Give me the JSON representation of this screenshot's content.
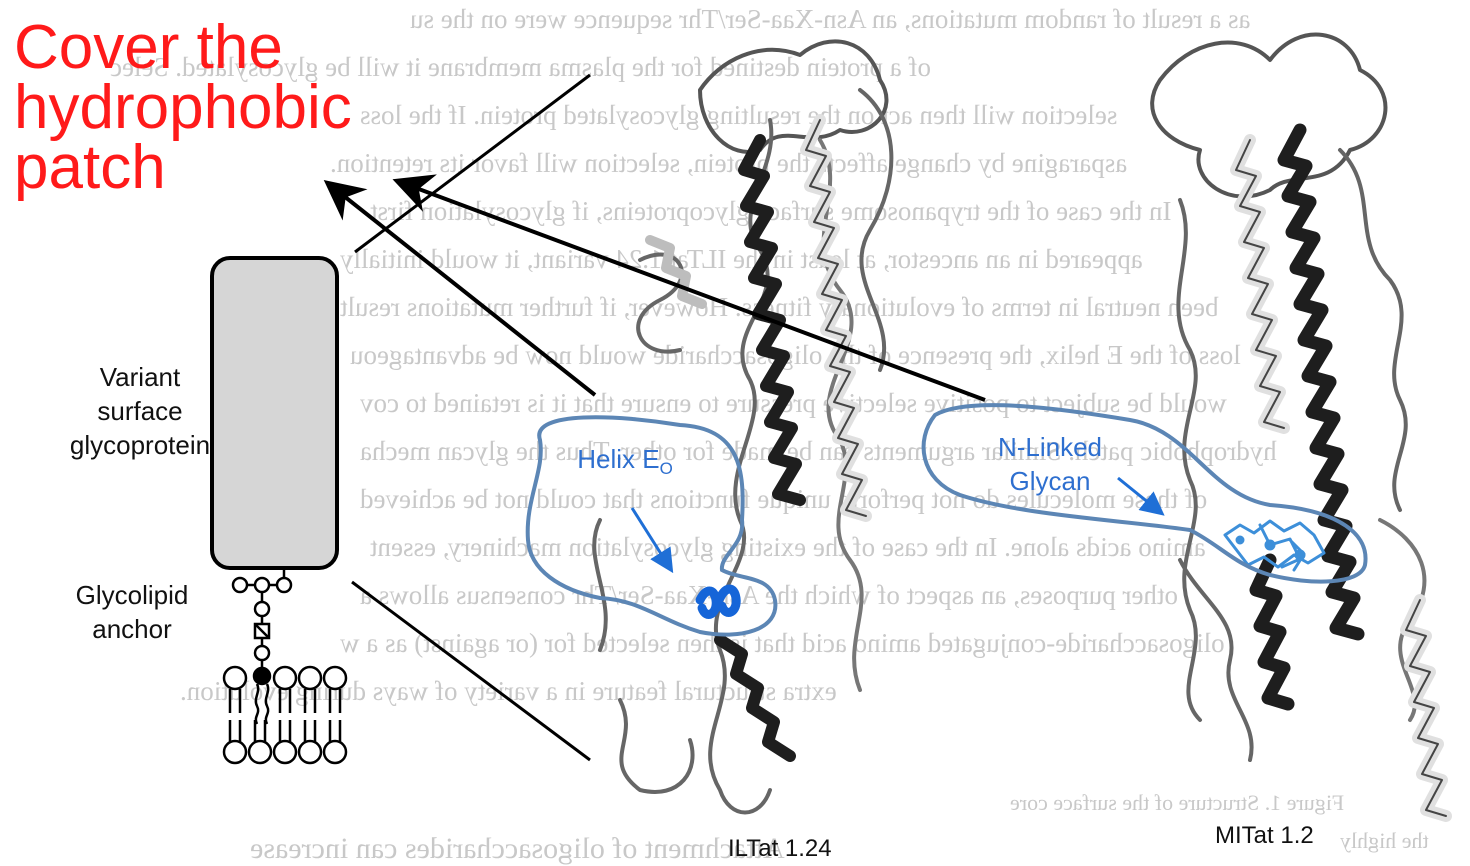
{
  "headline": {
    "line1": "Cover the",
    "line2": "hydrophobic",
    "line3": "patch"
  },
  "vsg": {
    "label_line1": "Variant",
    "label_line2": "surface",
    "label_line3": "glycoprotein",
    "anchor_line1": "Glycolipid",
    "anchor_line2": "anchor"
  },
  "annotations": {
    "helix_main": "Helix E",
    "helix_sub": "O",
    "glycan_line1": "N-Linked",
    "glycan_line2": "Glycan"
  },
  "captions": {
    "left_structure": "ILTat 1.24",
    "right_structure": "MITat 1.2"
  },
  "background_text": [
    "as a result of random mutations, an Asn-Xaa-Ser/Thr sequence were on the su",
    "of a protein destined for the plasma membrane it will be glycosylated. Selec",
    "selection will then act on the resulting glycosylated protein. If the loss",
    "asparagine by change affects the protein, selection will favor its retention.",
    "In the case of the trypanosome surface glycoproteins, if glycosylation first",
    "appeared in an ancestor, at least in the ILTat 1.24 variant, it would initially",
    "been neutral in terms of evolutionary fitness. However, if further mutations result",
    "loss of the E helix, the presence of the oligosaccharide would now be advantageou",
    "would be subject to positive selective pressure to ensure that it is retained to cov",
    "hydrophobic patch. Similar arguments can be made for other. Thus the glycan mecha",
    "of these molecules do not perform unique functions that could not be achieved",
    "amino acids alone. In the case of the existing glycosylation machinery, essent",
    "other purposes, an aspect of which the Asn-Xaa-Ser/Thr consensus allows a",
    "oligosaccharide-conjugated amino acid that is then selected for (or against) as a w",
    "extra structural feature in a variety of ways during evolution.",
    "Figure 1. Structure of the surface core",
    "Attachment of oligosaccharides can increase",
    "the highly"
  ],
  "colors": {
    "headline": "#ff1a1a",
    "annotation_blue": "#2e6fcf",
    "outline_blue": "#5c86b5",
    "helix_dark": "#2a2a2a",
    "background_text": "#c8c8c8"
  }
}
